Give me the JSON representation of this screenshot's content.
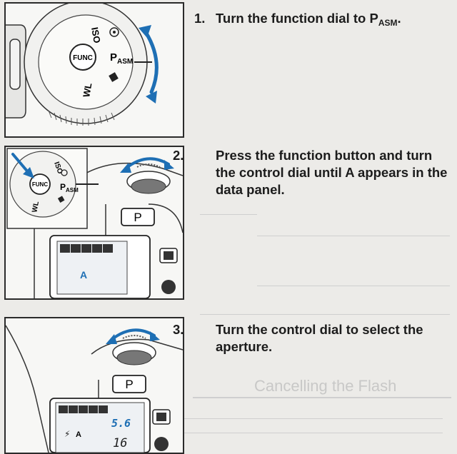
{
  "steps": [
    {
      "number": "1.",
      "text_before": "Turn the function dial to ",
      "symbol_main": "P",
      "symbol_sub": "ASM",
      "text_after": "."
    },
    {
      "number": "2.",
      "text": "Press the function button and turn the control dial until A appears in the data panel."
    },
    {
      "number": "3.",
      "text": "Turn the control dial to select the aperture."
    }
  ],
  "illustrations": {
    "dial_labels": {
      "iso": "ISO",
      "func": "FUNC",
      "pasm_main": "P",
      "pasm_sub": "ASM",
      "wl": "WL"
    },
    "mode_button_label": "P",
    "data_panel_mode": "A",
    "aperture_value": "5.6",
    "shutter_value": "16"
  },
  "ghost": {
    "heading": "Cancelling the Flash"
  },
  "colors": {
    "arrow": "#1e6fb4",
    "ink": "#1c1c1c",
    "lcd": "#eef1f4"
  }
}
